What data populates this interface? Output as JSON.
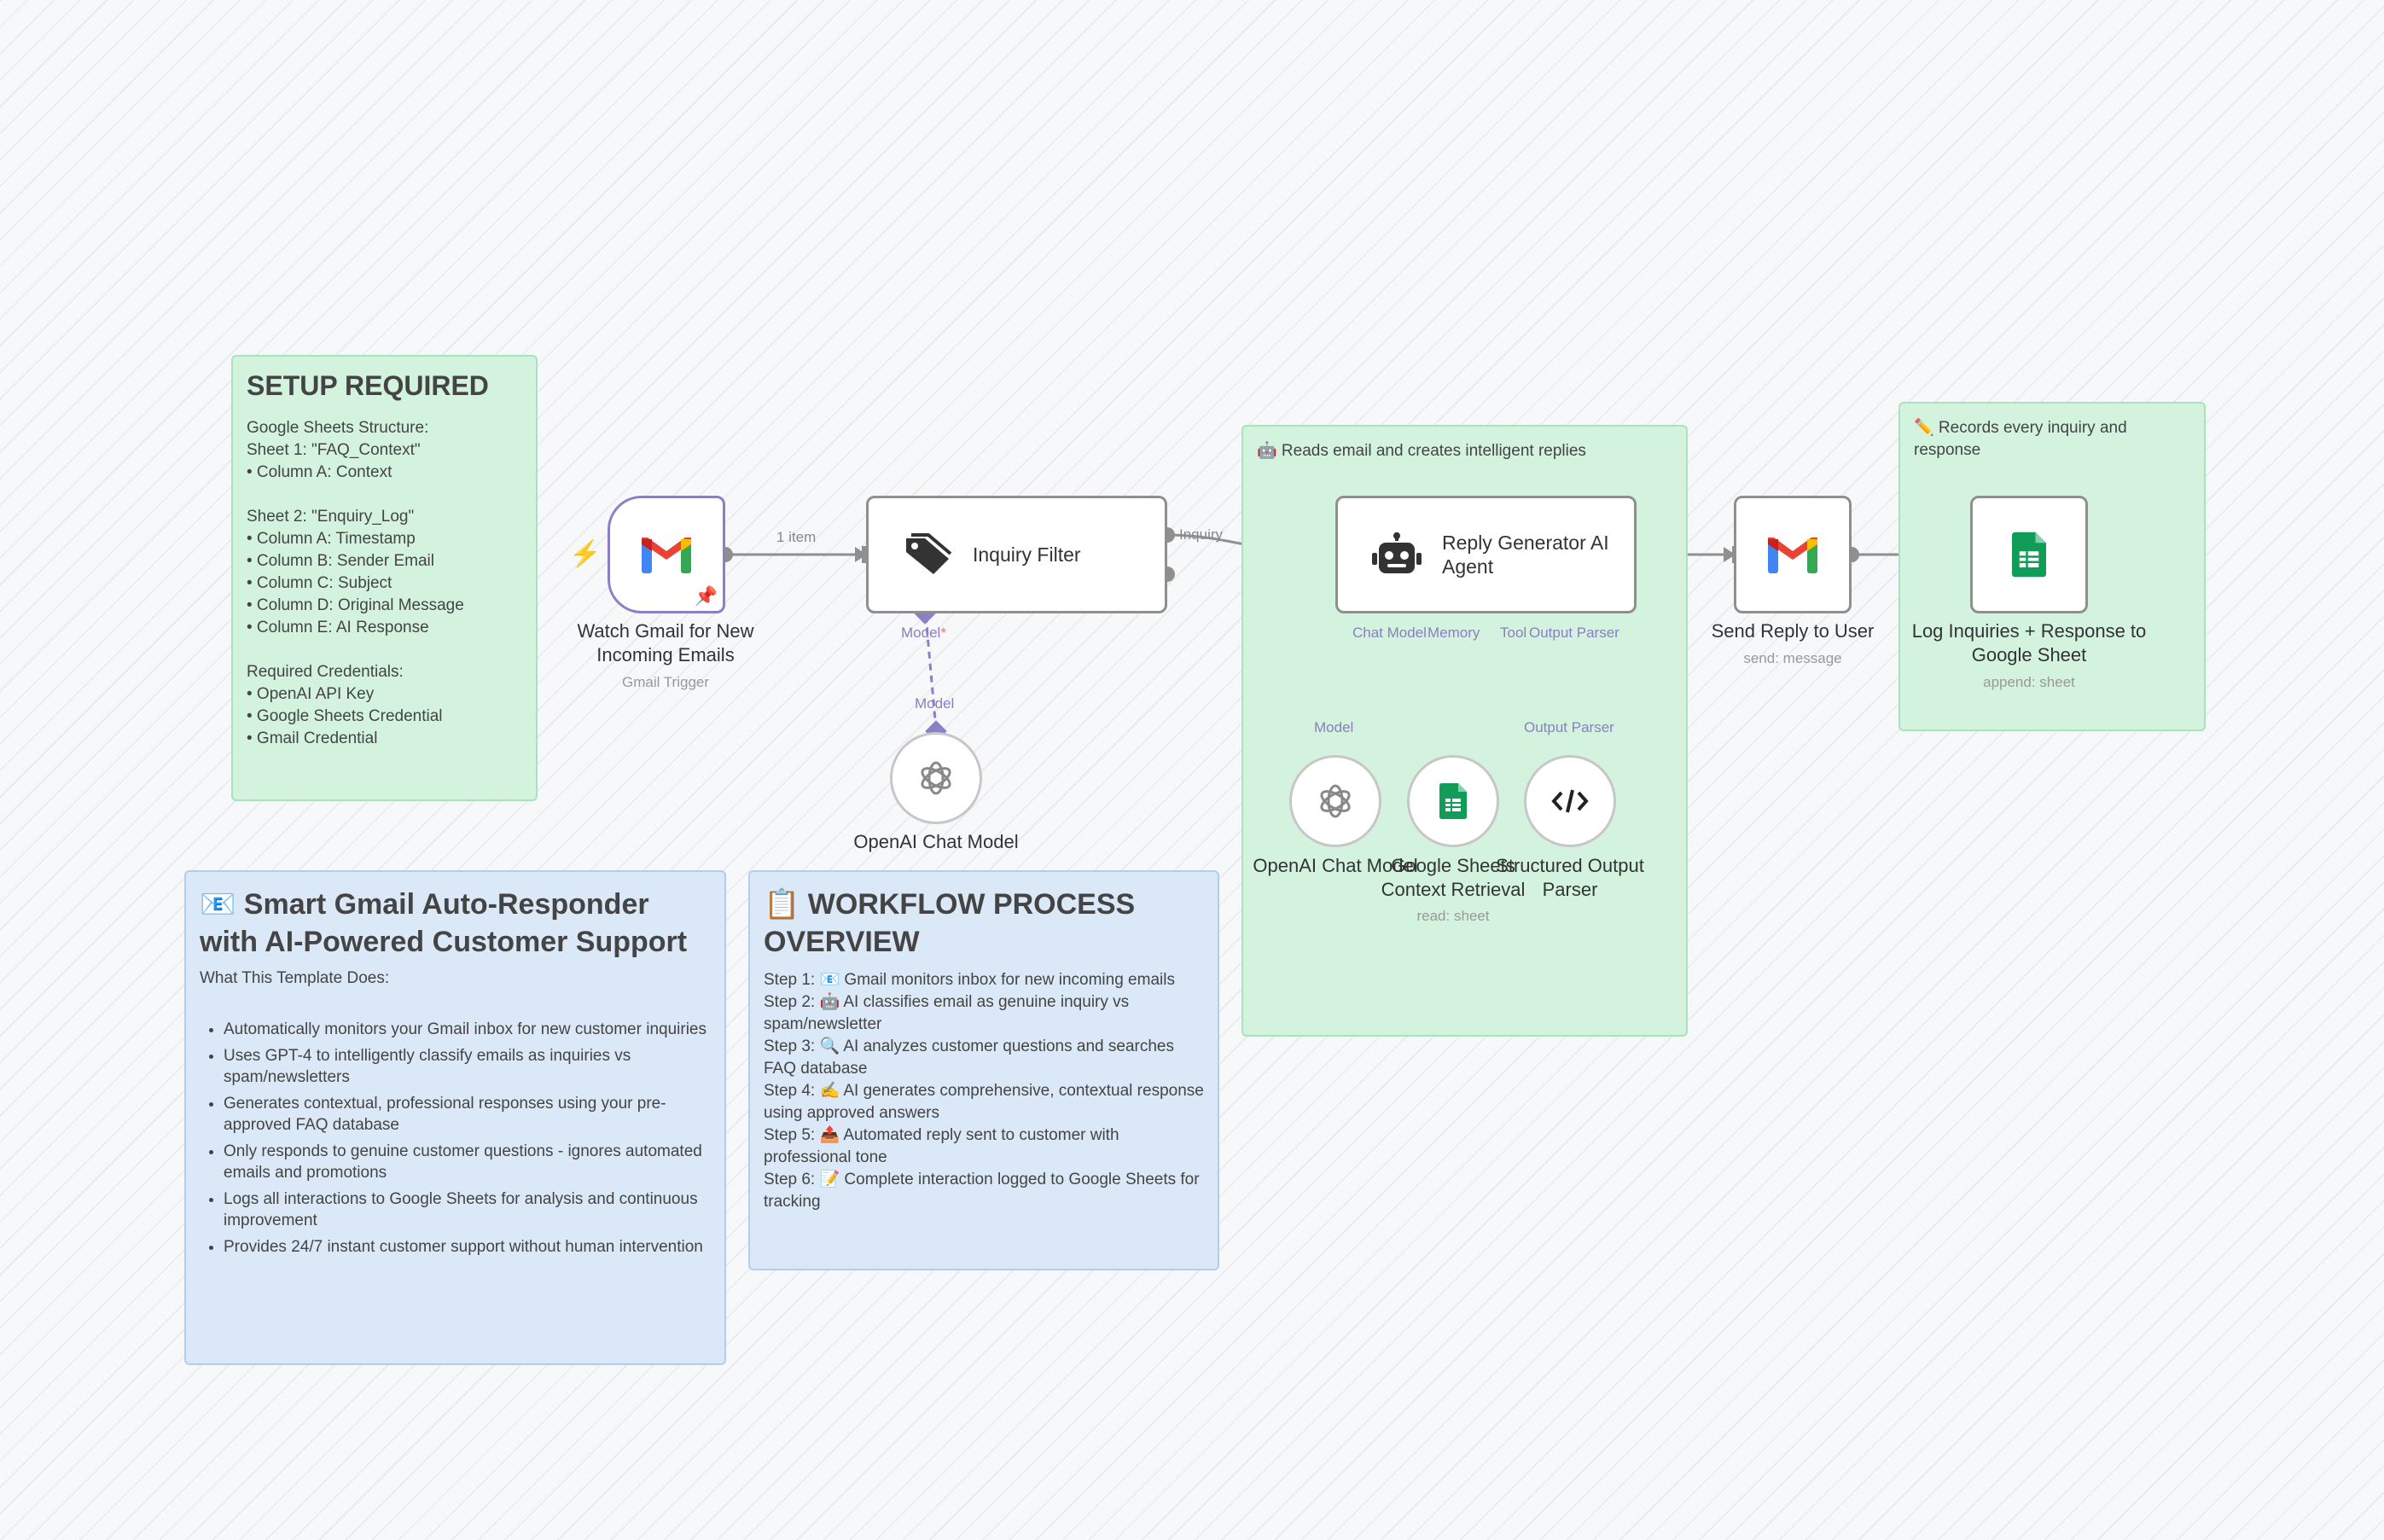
{
  "colors": {
    "accent_port": "#8a80c8",
    "wire": "#8f8f8f",
    "sticky_green": "#d3f3df",
    "sticky_blue": "#dbe8f7",
    "trigger": "#ff6d5a"
  },
  "setup_note": {
    "title": "SETUP REQUIRED",
    "lines": [
      "Google Sheets Structure:",
      "Sheet 1: \"FAQ_Context\"",
      "• Column A: Context",
      "",
      "Sheet 2: \"Enquiry_Log\"",
      "• Column A: Timestamp",
      "• Column B: Sender Email",
      "• Column C: Subject",
      "• Column D: Original Message",
      "• Column E: AI Response",
      "",
      "Required Credentials:",
      "• OpenAI API Key",
      "• Google Sheets Credential",
      "• Gmail Credential"
    ]
  },
  "intro_note": {
    "title": "📧 Smart Gmail Auto-Responder with AI-Powered Customer Support",
    "subtitle": "What This Template Does:",
    "bullets": [
      "Automatically monitors your Gmail inbox for new customer inquiries",
      "Uses GPT-4 to intelligently classify emails as inquiries vs spam/newsletters",
      "Generates contextual, professional responses using your pre-approved FAQ database",
      "Only responds to genuine customer questions - ignores automated emails and promotions",
      "Logs all interactions to Google Sheets for analysis and continuous improvement",
      "Provides 24/7 instant customer support without human intervention"
    ]
  },
  "process_note": {
    "title": "📋 WORKFLOW PROCESS OVERVIEW",
    "steps": [
      "Step 1: 📧 Gmail monitors inbox for new incoming emails",
      "Step 2: 🤖 AI classifies email as genuine inquiry vs spam/newsletter",
      "Step 3: 🔍 AI analyzes customer questions and searches FAQ database",
      "Step 4: ✍️ AI generates comprehensive, contextual response using approved answers",
      "Step 5: 📤 Automated reply sent to customer with professional tone",
      "Step 6: 📝 Complete interaction logged to Google Sheets for tracking"
    ]
  },
  "agent_group_note": {
    "text": "🤖 Reads email and creates intelligent replies"
  },
  "log_group_note": {
    "text": "✏️ Records every inquiry and response"
  },
  "nodes": {
    "gmail_trigger": {
      "name": "Watch Gmail for New Incoming Emails",
      "subtitle": "Gmail Trigger",
      "icon": "gmail-icon"
    },
    "inquiry_filter": {
      "name": "Inquiry Filter",
      "icon": "tag-icon"
    },
    "filter_model": {
      "name": "OpenAI Chat Model",
      "icon": "openai-icon"
    },
    "reply_agent": {
      "name": "Reply Generator AI Agent",
      "icon": "robot-icon"
    },
    "agent_model": {
      "name": "OpenAI Chat Model",
      "icon": "openai-icon"
    },
    "sheets_tool": {
      "name": "Google Sheets Context Retrieval",
      "subtitle": "read: sheet",
      "icon": "google-sheets-icon"
    },
    "output_parser": {
      "name": "Structured Output Parser",
      "icon": "code-icon"
    },
    "send_reply": {
      "name": "Send Reply to User",
      "subtitle": "send: message",
      "icon": "gmail-icon"
    },
    "log_sheet": {
      "name": "Log Inquiries + Response to Google Sheet",
      "subtitle": "append: sheet",
      "icon": "google-sheets-icon"
    }
  },
  "edge_labels": {
    "items": "1 item",
    "inquiry": "Inquiry"
  },
  "port_labels": {
    "filter_model_port": "Model",
    "filter_model_required": "*",
    "filter_model_target": "Model",
    "agent_chat_model": "Chat Model",
    "agent_memory": "Memory",
    "agent_tool": "Tool",
    "agent_output_parser": "Output Parser",
    "agent_model_target": "Model",
    "parser_target": "Output Parser"
  }
}
